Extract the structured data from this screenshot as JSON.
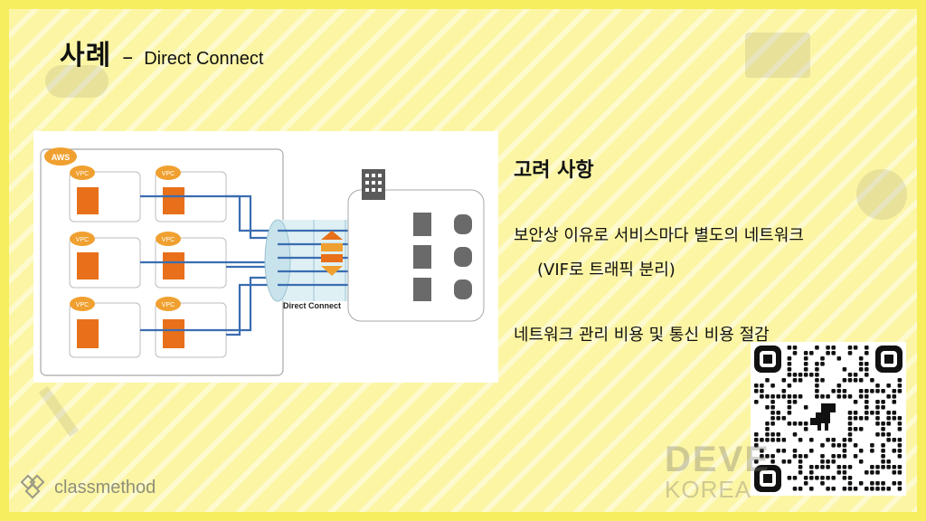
{
  "slide": {
    "title_main": "사례",
    "title_dash": "–",
    "title_sub": "Direct Connect"
  },
  "diagram": {
    "aws_label": "AWS",
    "vpc_label": "VPC",
    "dc_label": "Direct Connect"
  },
  "content": {
    "heading": "고려 사항",
    "point1": "보안상 이유로 서비스마다 별도의 네트워크",
    "point1_cont": "(VIF로 트래픽 분리)",
    "point2": "네트워크 관리 비용 및 통신 비용 절감"
  },
  "footer": {
    "brand": "classmethod",
    "watermark_line1": "DEVE",
    "watermark_line2": "KOREA"
  },
  "colors": {
    "background": "#fcf5a4",
    "border": "#f7ee5f",
    "aws_orange": "#f0a030",
    "ec2_orange": "#e8701a",
    "arrow_blue": "#3a6db0"
  }
}
